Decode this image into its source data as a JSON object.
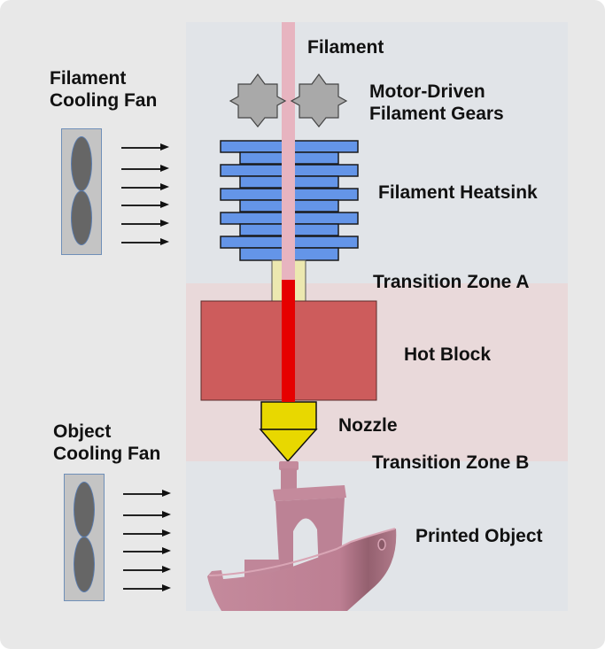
{
  "diagram": {
    "title": "3D printer hotend cross-section",
    "labels": {
      "filament": "Filament",
      "gears_line1": "Motor-Driven",
      "gears_line2": "Filament Gears",
      "heatsink": "Filament Heatsink",
      "transition_a": "Transition Zone A",
      "hot_block": "Hot Block",
      "nozzle": "Nozzle",
      "transition_b": "Transition Zone B",
      "printed_object": "Printed Object",
      "filament_fan_line1": "Filament",
      "filament_fan_line2": "Cooling Fan",
      "object_fan_line1": "Object",
      "object_fan_line2": "Cooling Fan"
    },
    "components": [
      {
        "id": "filament",
        "icon": "filament-strand"
      },
      {
        "id": "gears",
        "icon": "gear-icon",
        "count": 2
      },
      {
        "id": "heatsink",
        "icon": "heatsink-fins",
        "fin_count": 10
      },
      {
        "id": "heat-break",
        "icon": "heat-break-tube"
      },
      {
        "id": "hot-block",
        "icon": "hot-block"
      },
      {
        "id": "nozzle",
        "icon": "nozzle-icon"
      },
      {
        "id": "printed-object",
        "icon": "boat-icon"
      },
      {
        "id": "filament-fan",
        "icon": "fan-icon",
        "airflow_arrows": 6
      },
      {
        "id": "object-fan",
        "icon": "fan-icon",
        "airflow_arrows": 6
      }
    ],
    "colors": {
      "background": "#e8e8e8",
      "cool_zone": "#e1e4e8",
      "hot_zone": "#e9d9da",
      "filament_cool": "#e7b4c0",
      "filament_melted": "#e60000",
      "heatsink": "#6495e8",
      "heat_break": "#ece8b0",
      "hot_block": "#cd5c5c",
      "nozzle": "#e8d800",
      "gear": "#a9a9a9",
      "printed_object": "#c08496",
      "fan_body": "#c4c4c4",
      "fan_blade": "#666666"
    }
  }
}
